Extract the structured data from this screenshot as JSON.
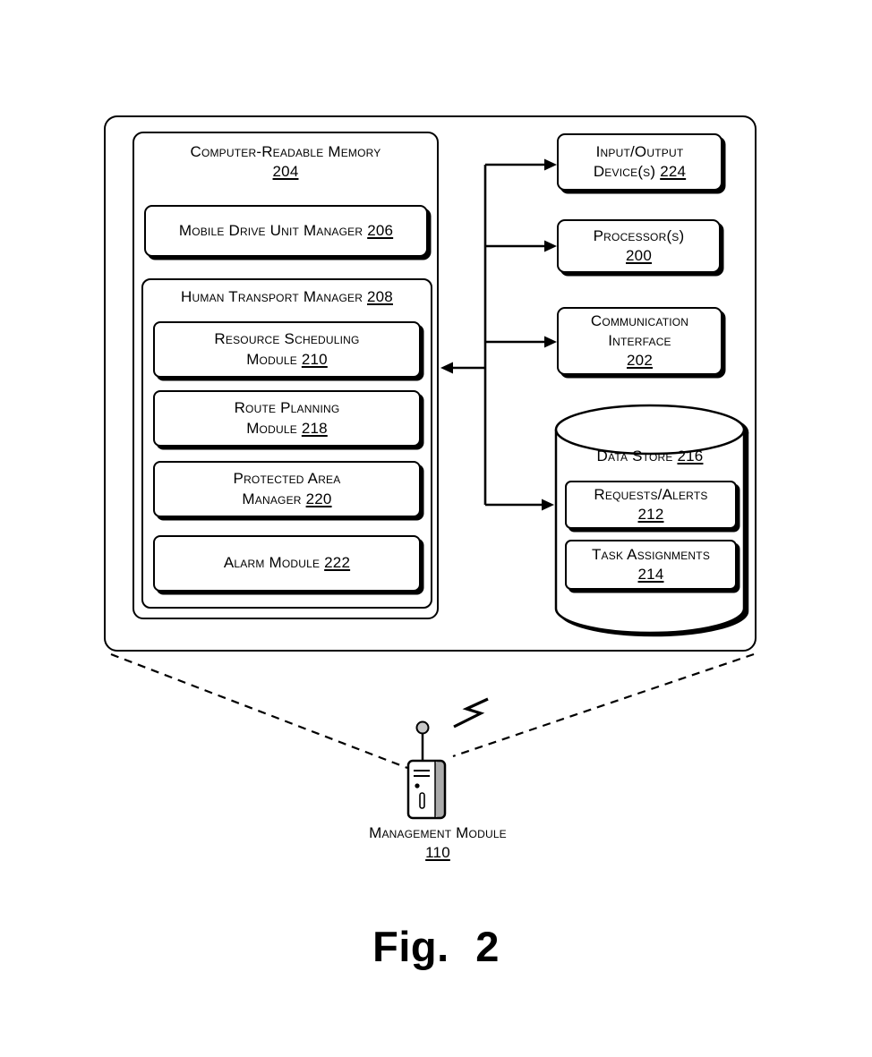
{
  "colors": {
    "line": "#000000",
    "background": "#ffffff"
  },
  "memory": {
    "label": "Computer-Readable Memory",
    "ref": "204"
  },
  "mobile_drive_unit_manager": {
    "label": "Mobile Drive Unit Manager",
    "ref": "206"
  },
  "human_transport_manager": {
    "label": "Human Transport Manager",
    "ref": "208"
  },
  "modules": [
    {
      "line1": "Resource Scheduling",
      "line2": "Module",
      "ref": "210"
    },
    {
      "line1": "Route Planning",
      "line2": "Module",
      "ref": "218"
    },
    {
      "line1": "Protected Area",
      "line2": "Manager",
      "ref": "220"
    },
    {
      "line1": "Alarm Module",
      "line2": "",
      "ref": "222"
    }
  ],
  "io_devices": {
    "line1": "Input/Output",
    "line2": "Device(s)",
    "ref": "224"
  },
  "processors": {
    "line1": "Processor(s)",
    "ref": "200"
  },
  "communication_interface": {
    "line1": "Communication",
    "line2": "Interface",
    "ref": "202"
  },
  "data_store": {
    "label": "Data Store",
    "ref": "216"
  },
  "requests_alerts": {
    "label": "Requests/Alerts",
    "ref": "212"
  },
  "task_assignments": {
    "label": "Task Assignments",
    "ref": "214"
  },
  "management_module": {
    "label": "Management Module",
    "ref": "110"
  },
  "figure": {
    "caption": "Fig. 2"
  },
  "icons": {
    "server": "management-server-icon",
    "antenna": "antenna-icon",
    "lightning_bolt": "lightning-bolt-icon",
    "data_store_cylinder": "data-store-cylinder-icon"
  }
}
